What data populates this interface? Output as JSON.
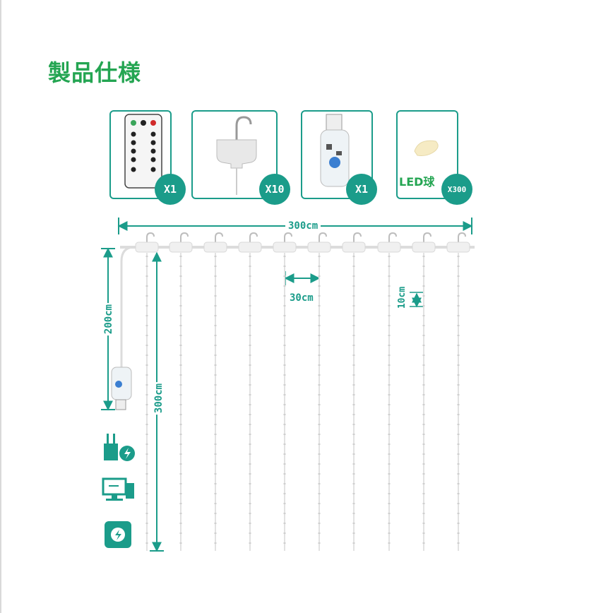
{
  "title": "製品仕様",
  "components": [
    {
      "name": "remote",
      "badge": "X1"
    },
    {
      "name": "hook",
      "badge": "X10"
    },
    {
      "name": "usb-controller",
      "badge": "X1"
    },
    {
      "name": "led-bulb",
      "badge": "X300",
      "label": "LED球"
    }
  ],
  "dimensions": {
    "total_width": "300cm",
    "spacing": "30cm",
    "cable_length": "200cm",
    "strand_length": "300cm",
    "led_spacing": "10cm"
  },
  "colors": {
    "accent": "#1b9c8a",
    "title": "#24a552"
  },
  "power_icons": [
    "wall-adapter-icon",
    "computer-usb-icon",
    "power-bank-icon"
  ]
}
